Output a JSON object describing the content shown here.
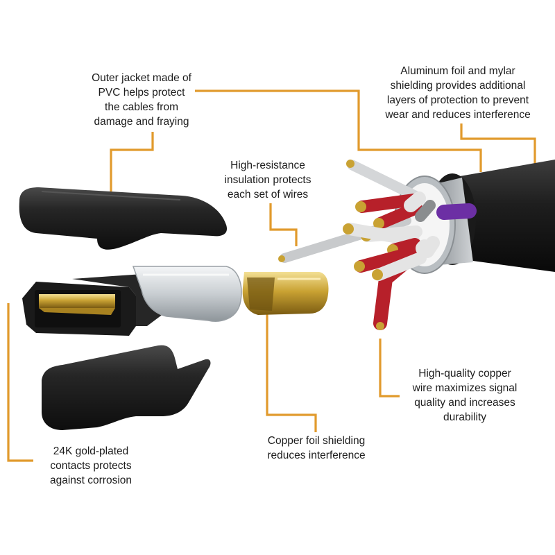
{
  "colors": {
    "leader_line": "#E19A2C",
    "label_text": "#1c1c1c",
    "background": "#ffffff",
    "shell": "#1a1a1a",
    "gold": "#c9a233",
    "wire_red": "#b7202a",
    "wire_white": "#e4e4e4",
    "wire_purple": "#6c2fa4",
    "wire_gray": "#8a8d8f"
  },
  "callouts": {
    "outer_jacket": "Outer jacket made of\nPVC helps protect\nthe cables from\ndamage and fraying",
    "aluminum_foil": "Aluminum foil and mylar\nshielding provides additional\nlayers of protection to prevent\nwear and reduces interference",
    "insulation": "High-resistance\ninsulation protects\neach set of wires",
    "copper_wire": "High-quality copper\nwire maximizes signal\nquality and increases\ndurability",
    "copper_foil": "Copper foil shielding\nreduces interference",
    "gold_contacts": "24K gold-plated\ncontacts protects\nagainst corrosion"
  }
}
